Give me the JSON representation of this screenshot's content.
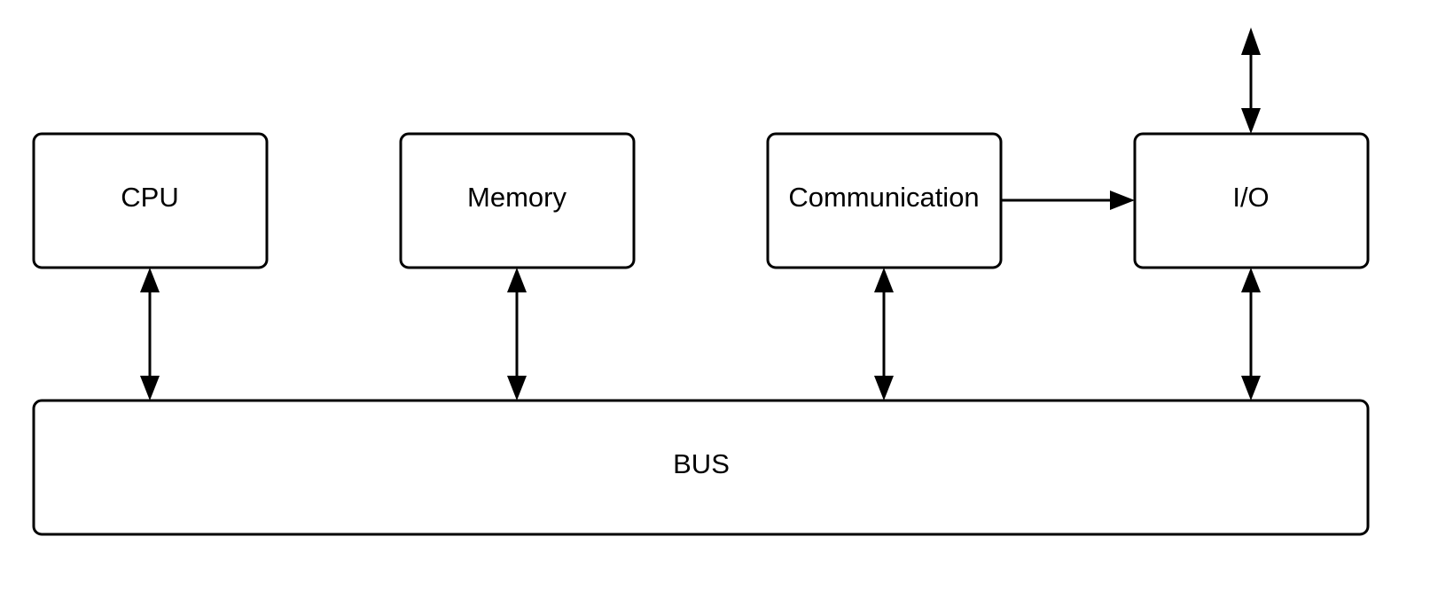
{
  "nodes": {
    "cpu": {
      "label": "CPU"
    },
    "memory": {
      "label": "Memory"
    },
    "communication": {
      "label": "Communication"
    },
    "io": {
      "label": "I/O"
    },
    "bus": {
      "label": "BUS"
    }
  },
  "edges": [
    {
      "from": "cpu",
      "to": "bus",
      "direction": "both"
    },
    {
      "from": "memory",
      "to": "bus",
      "direction": "both"
    },
    {
      "from": "communication",
      "to": "bus",
      "direction": "both"
    },
    {
      "from": "io",
      "to": "bus",
      "direction": "both"
    },
    {
      "from": "communication",
      "to": "io",
      "direction": "forward"
    },
    {
      "from": "io",
      "to": "external",
      "direction": "both"
    }
  ],
  "colors": {
    "stroke": "#000000",
    "background": "#ffffff"
  }
}
